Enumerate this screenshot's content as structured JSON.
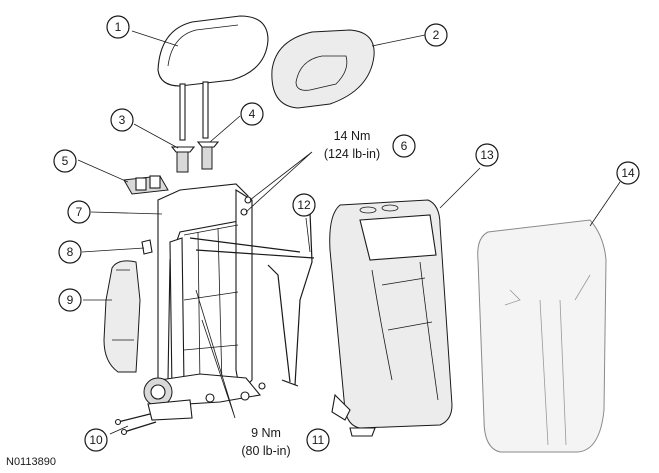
{
  "callouts": [
    "1",
    "2",
    "3",
    "4",
    "5",
    "6",
    "7",
    "8",
    "9",
    "10",
    "11",
    "12",
    "13",
    "14"
  ],
  "torque_upper": {
    "nm": "14 Nm",
    "lbin": "(124 lb-in)"
  },
  "torque_lower": {
    "nm": "9 Nm",
    "lbin": "(80 lb-in)"
  },
  "figure_id": "N0113890"
}
